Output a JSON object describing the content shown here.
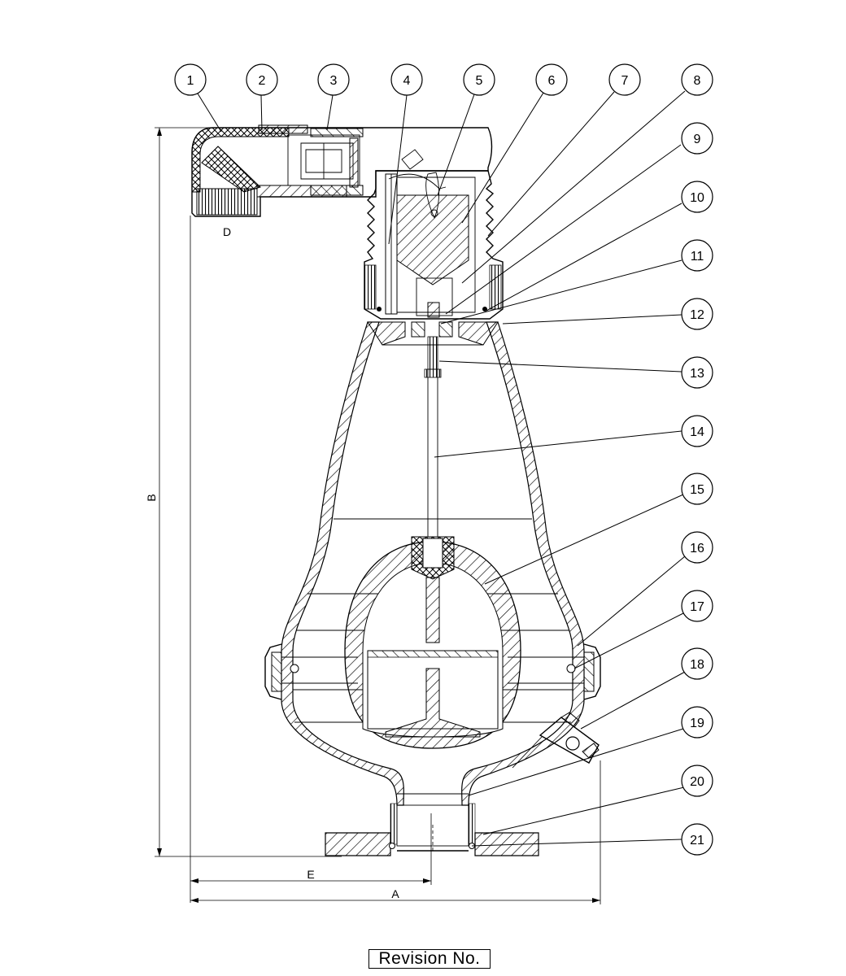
{
  "part_balloons": [
    "1",
    "2",
    "3",
    "4",
    "5",
    "6",
    "7",
    "8",
    "9",
    "10",
    "11",
    "12",
    "13",
    "14",
    "15",
    "16",
    "17",
    "18",
    "19",
    "20",
    "21"
  ],
  "dimension_labels": {
    "A": "A",
    "B": "B",
    "D": "D",
    "E": "E"
  },
  "revision_label": "Revision No."
}
